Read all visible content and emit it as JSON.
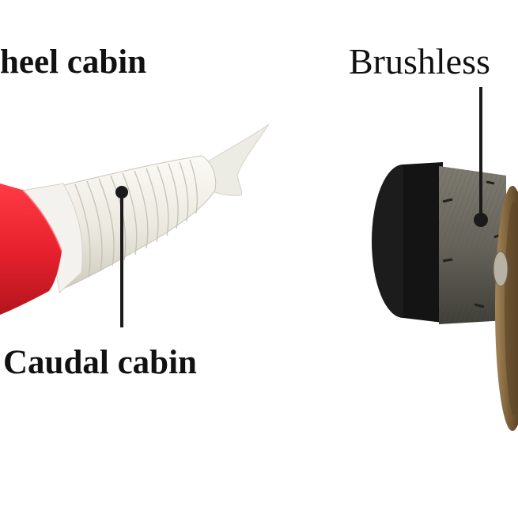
{
  "labels": {
    "wheel_cabin": "heel cabin",
    "caudal_cabin": "Caudal cabin",
    "brushless": "Brushless"
  },
  "colors": {
    "background": "#ffffff",
    "cabin_red": "#e8222e",
    "tail_white": "#efede6",
    "motor_black": "#1a1a1a",
    "motor_bronze": "#8a6a3a",
    "leader_line": "#1a1a1a"
  }
}
